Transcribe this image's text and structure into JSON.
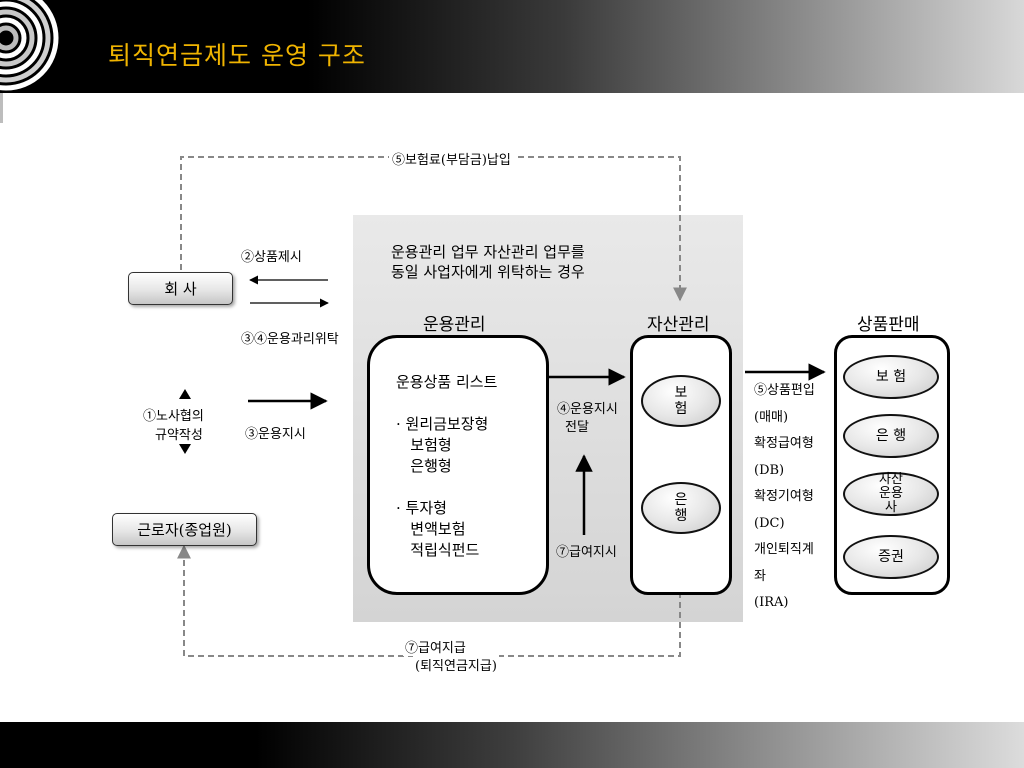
{
  "slide": {
    "title": "퇴직연금제도 운영 구조"
  },
  "diagram": {
    "top_loop_label": "⑤보험료(부담금)납입",
    "bottom_loop_label_1": "⑦급여지급",
    "bottom_loop_label_2": "(퇴직연금지급)",
    "company": "회 사",
    "worker": "근로자(종업원)",
    "product_offer": "②상품제시",
    "mgmt_entrust": "③④운용과리위탁",
    "labor_rules_1": "①노사협의",
    "labor_rules_2": "규약작성",
    "ops_instruction": "③운용지시",
    "panel_note_1": "운용관리 업무 자산관리 업무를",
    "panel_note_2": "동일 사업자에게 위탁하는 경우",
    "ops_mgmt_title": "운용관리",
    "asset_mgmt_title": "자산관리",
    "product_sales_title": "상품판매",
    "ops_box_text": "운용상품 리스트\n\n· 원리금보장형\n   보험형\n   은행형\n\n· 투자형\n   변액보험\n   적립식펀드",
    "ops_instruction_relay_1": "④운용지시",
    "ops_instruction_relay_2": "전달",
    "benefit_instruction": "⑦급여지시",
    "asset_insurance": "보\n험",
    "asset_bank": "은\n행",
    "sales_text": "⑤상품편입\n(매매)\n확정급여형\n(DB)\n확정기여형\n(DC)\n개인퇴직계\n좌\n(IRA)",
    "seller_insurance": "보 험",
    "seller_bank": "은 행",
    "seller_asset_mgr": "자산\n운용\n사",
    "seller_securities": "증권"
  }
}
